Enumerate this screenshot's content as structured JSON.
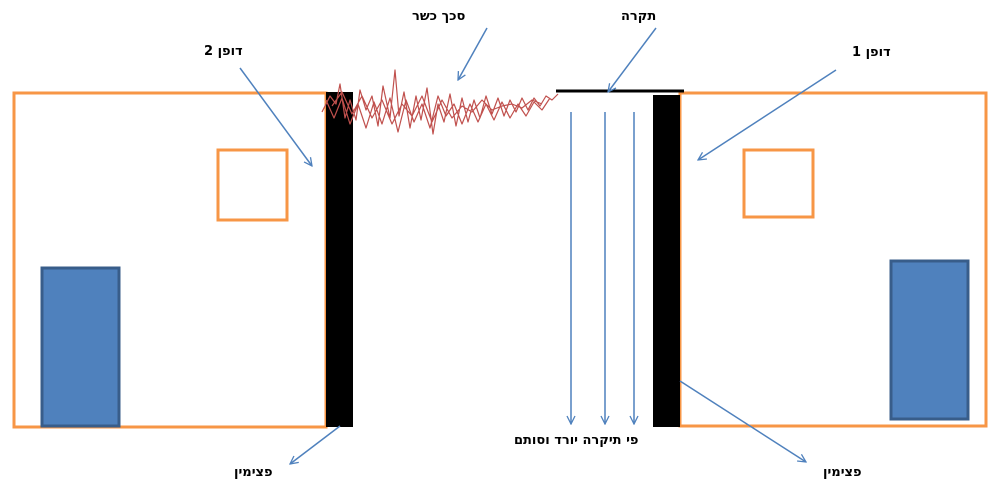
{
  "labels": {
    "schach_kasher": "סכך כשר",
    "tikra": "תקרה",
    "dofen_2": "דופן 2",
    "dofen_1": "דופן 1",
    "pi_tikra": "פי תיקרה יורד וסותם",
    "patzimin_left": "פצימין",
    "patzimin_right": "פצימין"
  },
  "colors": {
    "wall_outline": "#F79646",
    "door_fill": "#4F81BD",
    "door_stroke": "#385D8A",
    "post": "#000000",
    "arrow": "#4F81BD",
    "schach": "#C0504D",
    "tikra_line": "#000000"
  }
}
